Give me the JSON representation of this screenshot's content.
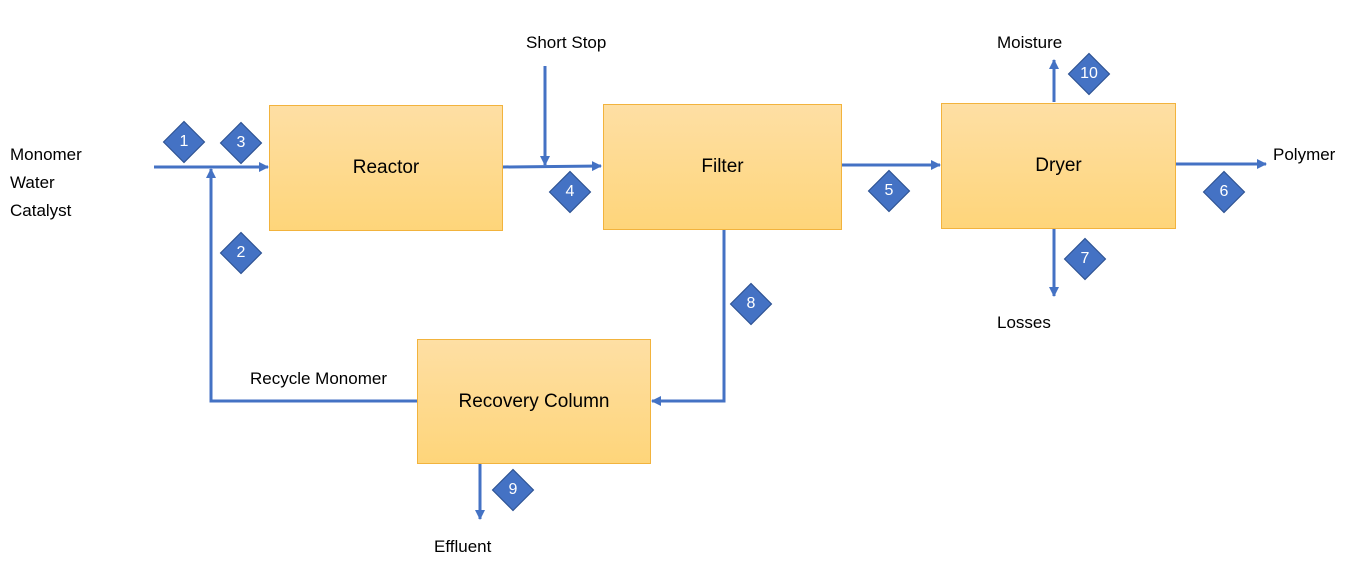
{
  "units": {
    "reactor": "Reactor",
    "filter": "Filter",
    "dryer": "Dryer",
    "recovery": "Recovery Column"
  },
  "labels": {
    "feed": [
      "Monomer",
      "Water",
      "Catalyst"
    ],
    "short_stop": "Short Stop",
    "moisture": "Moisture",
    "polymer": "Polymer",
    "losses": "Losses",
    "recycle": "Recycle Monomer",
    "effluent": "Effluent"
  },
  "streams": [
    "1",
    "2",
    "3",
    "4",
    "5",
    "6",
    "7",
    "8",
    "9",
    "10"
  ],
  "colors": {
    "arrow": "#4472c4",
    "diamond_fill": "#4472c4",
    "box_fill": "#fed57a",
    "box_border": "#f2b33d"
  }
}
